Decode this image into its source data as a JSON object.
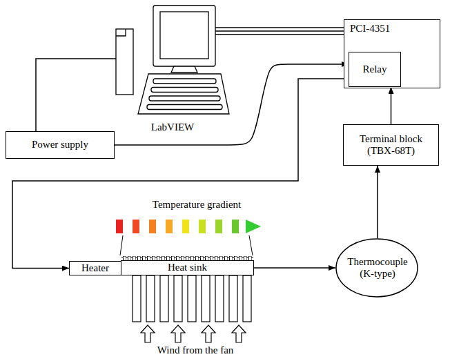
{
  "diagram": {
    "nodes": [
      {
        "text": [
          "PCI-4351"
        ]
      },
      {
        "text": [
          "Relay"
        ],
        "in": 0
      },
      {
        "text": [
          "LabVIEW"
        ]
      },
      {
        "text": [
          "Power supply"
        ]
      },
      {
        "text": [
          "Terminal block (TBX-68T)"
        ]
      },
      {
        "text": [
          "Heater"
        ]
      },
      {
        "text": [
          "Heat sink"
        ]
      },
      {
        "text": [
          "Thermocouple (K-type)"
        ]
      }
    ],
    "edges": [
      {
        "from": 2,
        "to": 0,
        "arrow": "none"
      },
      {
        "from": 3,
        "to": 2,
        "arrow": "none"
      },
      {
        "from": 3,
        "to": 1,
        "arrow": "to"
      },
      {
        "from": 1,
        "to": 5,
        "arrow": "to"
      },
      {
        "from": 6,
        "to": 7,
        "arrow": "to"
      },
      {
        "from": 7,
        "to": 4,
        "arrow": "to"
      },
      {
        "from": 4,
        "to": 1,
        "arrow": "to"
      }
    ],
    "labels": [
      "Temperature gradient",
      "Wind from the fan"
    ]
  }
}
